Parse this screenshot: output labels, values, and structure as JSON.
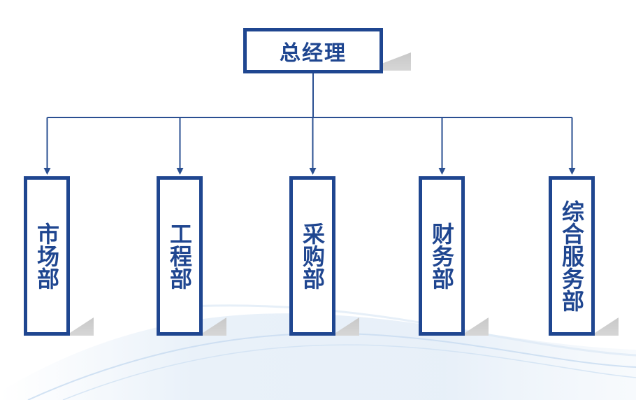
{
  "chart_data": {
    "type": "org_chart",
    "root": {
      "label": "总经理"
    },
    "children": [
      {
        "label": "市场部"
      },
      {
        "label": "工程部"
      },
      {
        "label": "采购部"
      },
      {
        "label": "财务部"
      },
      {
        "label": "综合服务部"
      }
    ]
  },
  "colors": {
    "primary": "#1f4690",
    "line": "#2a4f91",
    "shadow": "#cccccc",
    "background": "#ffffff"
  }
}
